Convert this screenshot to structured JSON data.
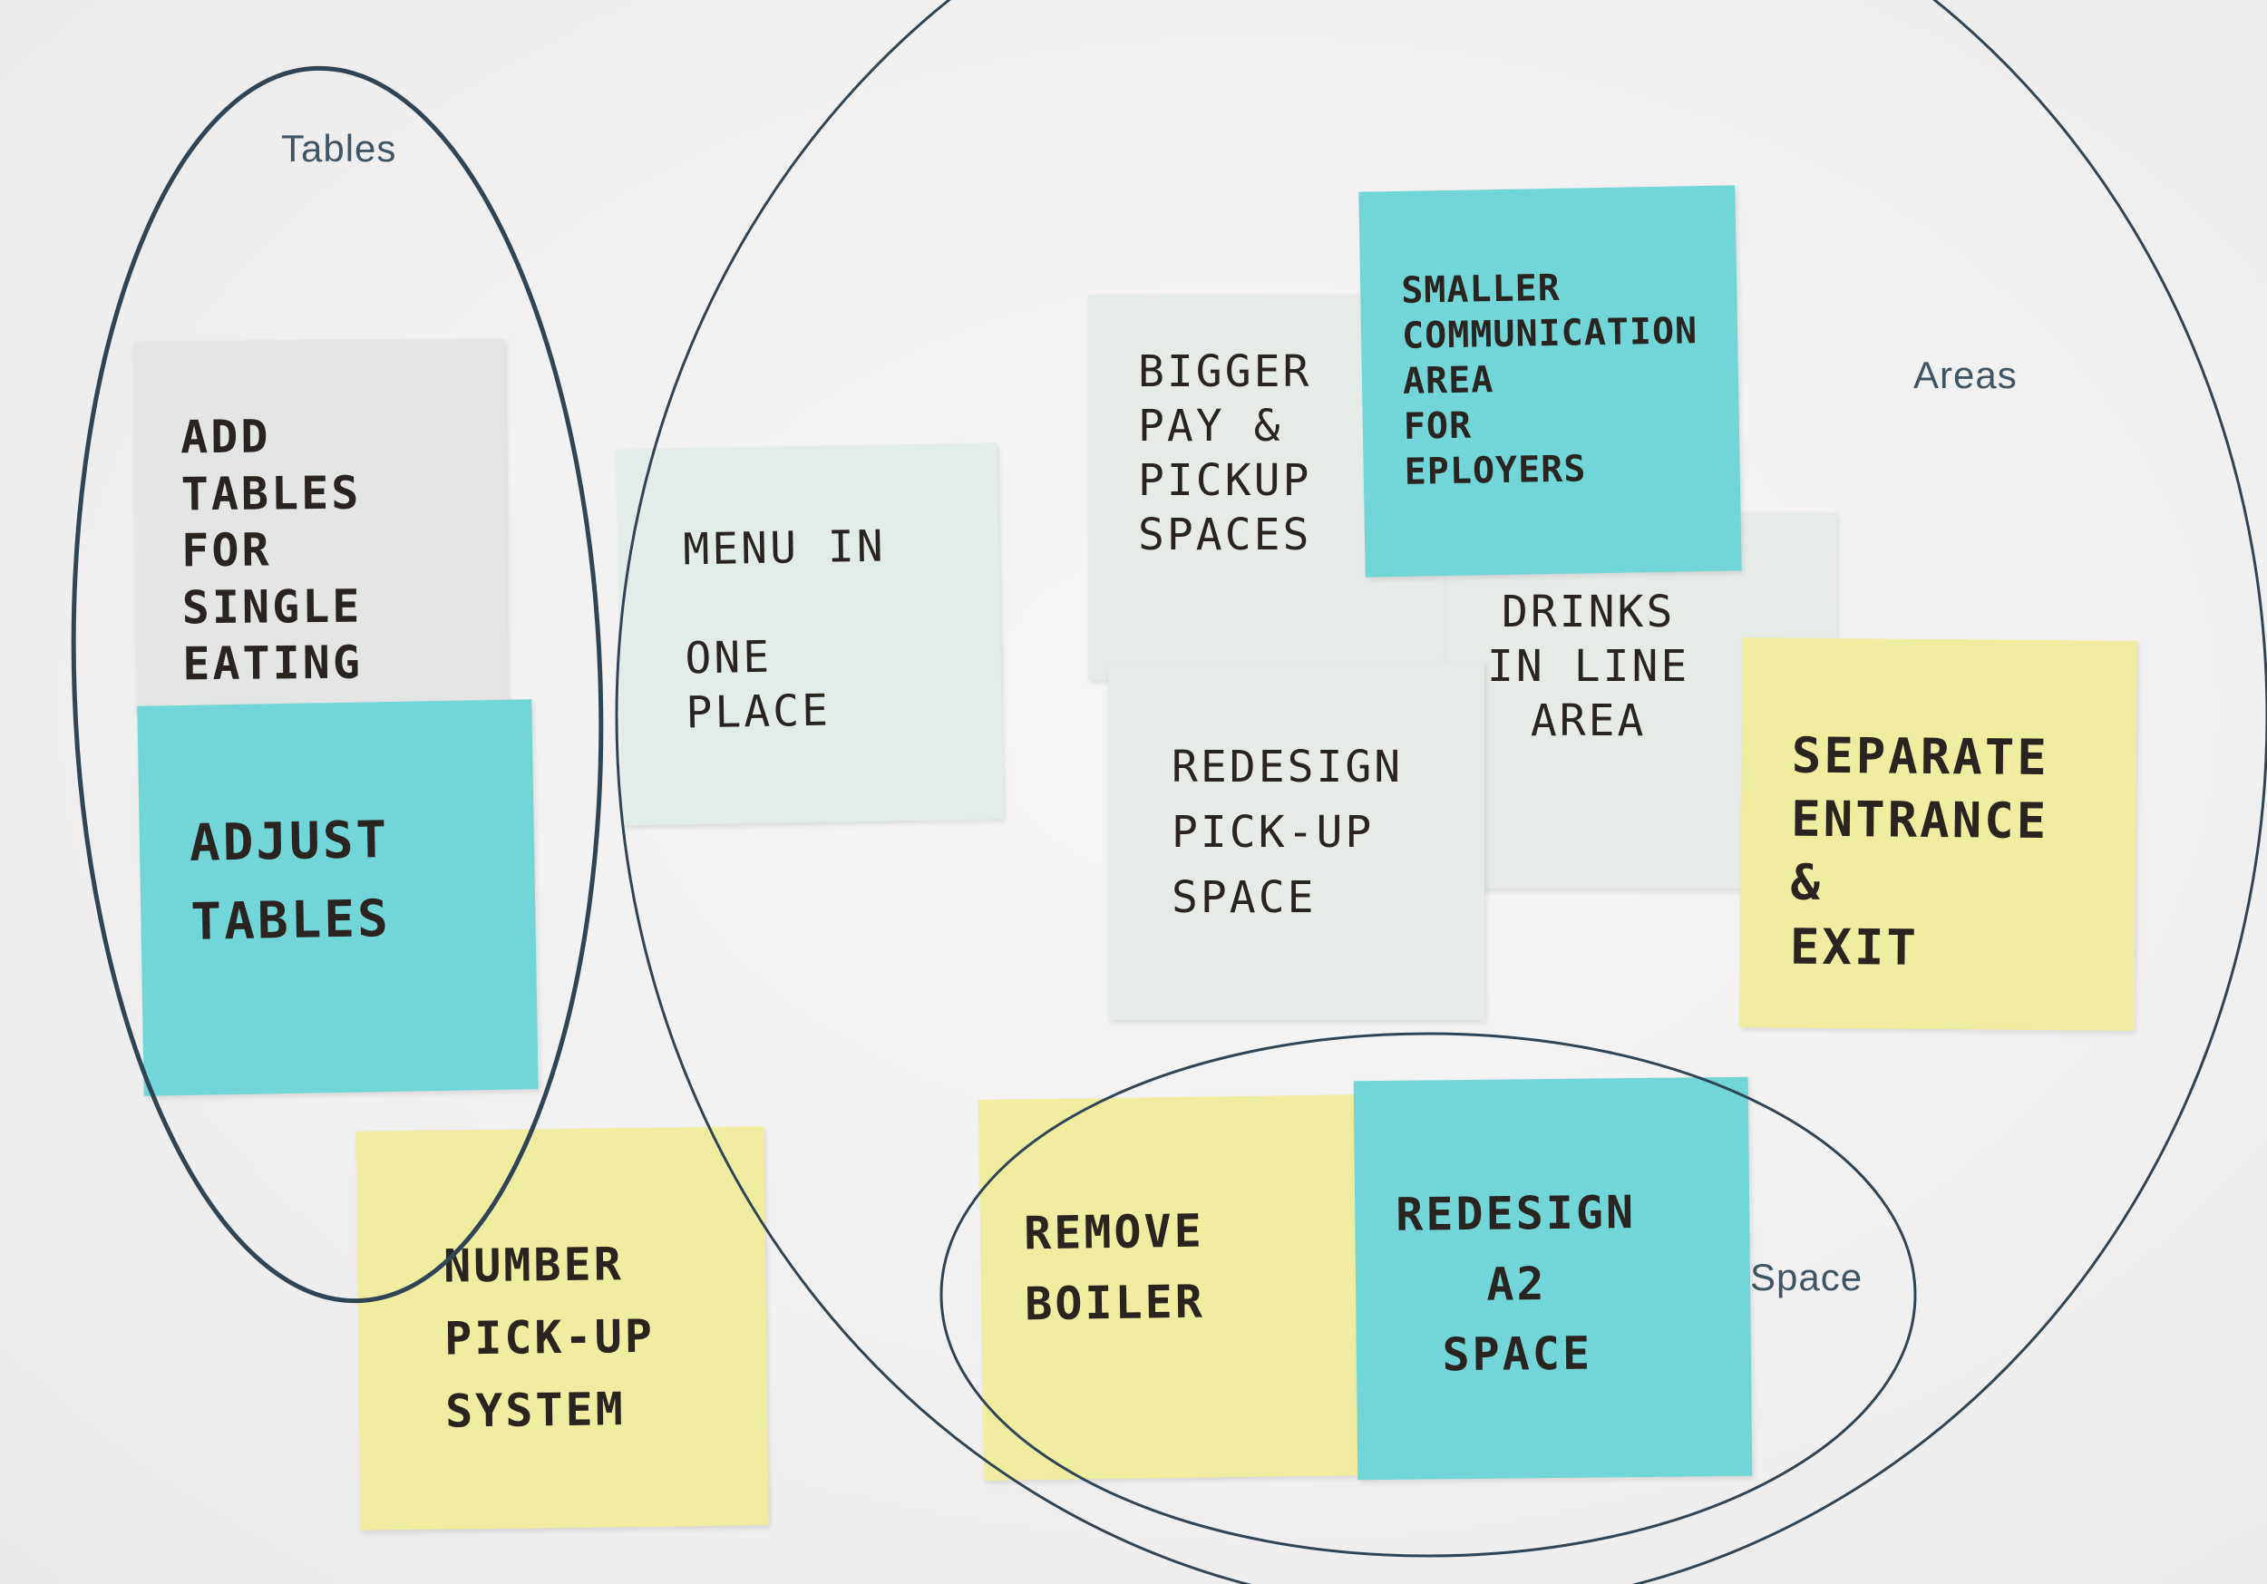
{
  "groups": {
    "tables": "Tables",
    "areas": "Areas",
    "space": "Space"
  },
  "notes": {
    "add_tables": "ADD\nTABLES\nFOR\nSINGLE\nEATING",
    "adjust_tables": "ADJUST\nTABLES",
    "menu": "MENU IN\n\nONE\nPLACE",
    "bigger_pay": "BIGGER\nPAY &\nPICKUP\nSPACES",
    "smaller_comm": "SMALLER\nCOMMUNICATION\nAREA\nFOR\nEPLOYERS",
    "drinks": "DRINKS\nIN LINE\nAREA",
    "redesign_pickup": "REDESIGN\nPICK-UP\nSPACE",
    "separate": "SEPARATE\nENTRANCE\n&\nEXIT",
    "number_pickup": "NUMBER\nPICK-UP\nSYSTEM",
    "remove_boiler": "REMOVE\nBOILER",
    "redesign_a2": "REDESIGN\nA2\nSPACE"
  },
  "colors": {
    "ink": "#2a2420",
    "loop_stroke": "#2f4556",
    "label": "#3e5566",
    "note_grey": "#e3e6e4",
    "note_pale": "#e2ece8",
    "note_cyan": "#72d6d9",
    "note_yellow": "#f0eda0"
  }
}
